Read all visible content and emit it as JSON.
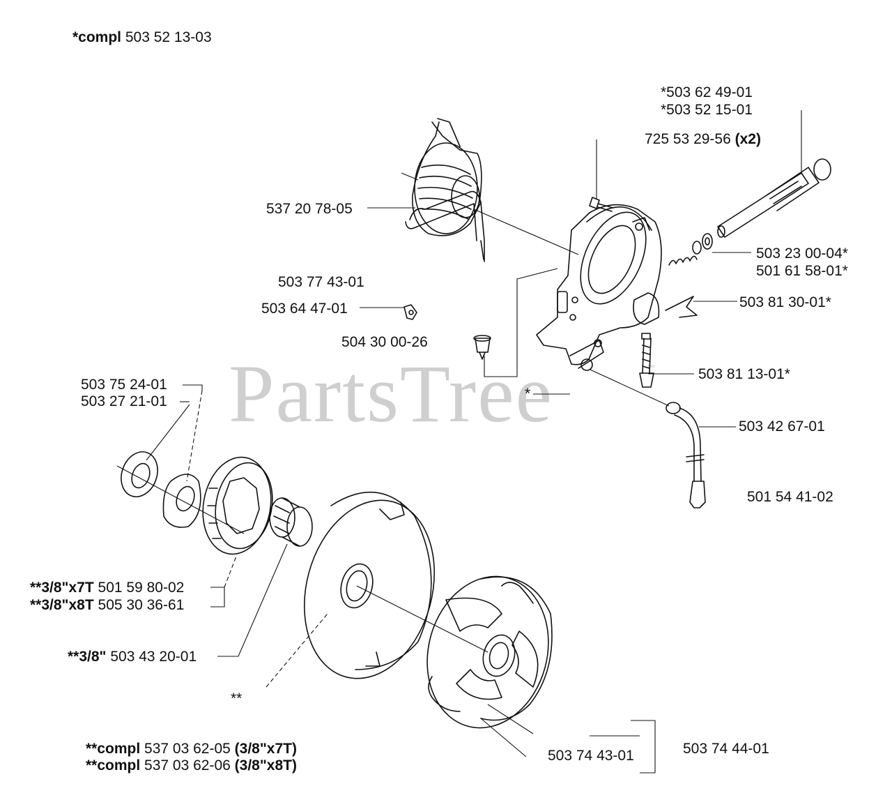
{
  "watermark": "PartsTree",
  "watermark_tm": "™",
  "header": {
    "bold": "*compl",
    "num": "503 52 13-03"
  },
  "parts": {
    "p_503_62_49_01": "*503 62 49-01",
    "p_503_52_15_01": "*503 52 15-01",
    "p_725_53_29_56": "725 53 29-56",
    "p_725_53_29_56_qty": "(x2)",
    "p_537_20_78_05": "537 20 78-05",
    "p_503_23_00_04": "503 23 00-04*",
    "p_501_61_58_01": "501 61 58-01*",
    "p_503_77_43_01": "503 77 43-01",
    "p_503_64_47_01": "503 64 47-01",
    "p_503_81_30_01": "503 81 30-01*",
    "p_504_30_00_26": "504 30 00-26",
    "p_503_81_13_01": "503 81 13-01*",
    "p_503_75_24_01": "503 75 24-01",
    "p_503_27_21_01": "503 27 21-01",
    "p_star": "*",
    "p_503_42_67_01": "503 42 67-01",
    "p_501_54_41_02": "501 54 41-02",
    "p_x7t_bold": "**3/8\"x7T",
    "p_x7t_num": "501 59 80-02",
    "p_x8t_bold": "**3/8\"x8T",
    "p_x8t_num": "505 30 36-61",
    "p_38_bold": "**3/8\"",
    "p_38_num": "503 43 20-01",
    "p_dstar": "**",
    "p_compl1_bold": "**compl",
    "p_compl1_num": "537 03 62-05",
    "p_compl1_var": "(3/8\"x7T)",
    "p_compl2_bold": "**compl",
    "p_compl2_num": "537 03 62-06",
    "p_compl2_var": "(3/8\"x8T)",
    "p_503_74_43_01": "503 74 43-01",
    "p_503_74_44_01": "503 74 44-01"
  }
}
